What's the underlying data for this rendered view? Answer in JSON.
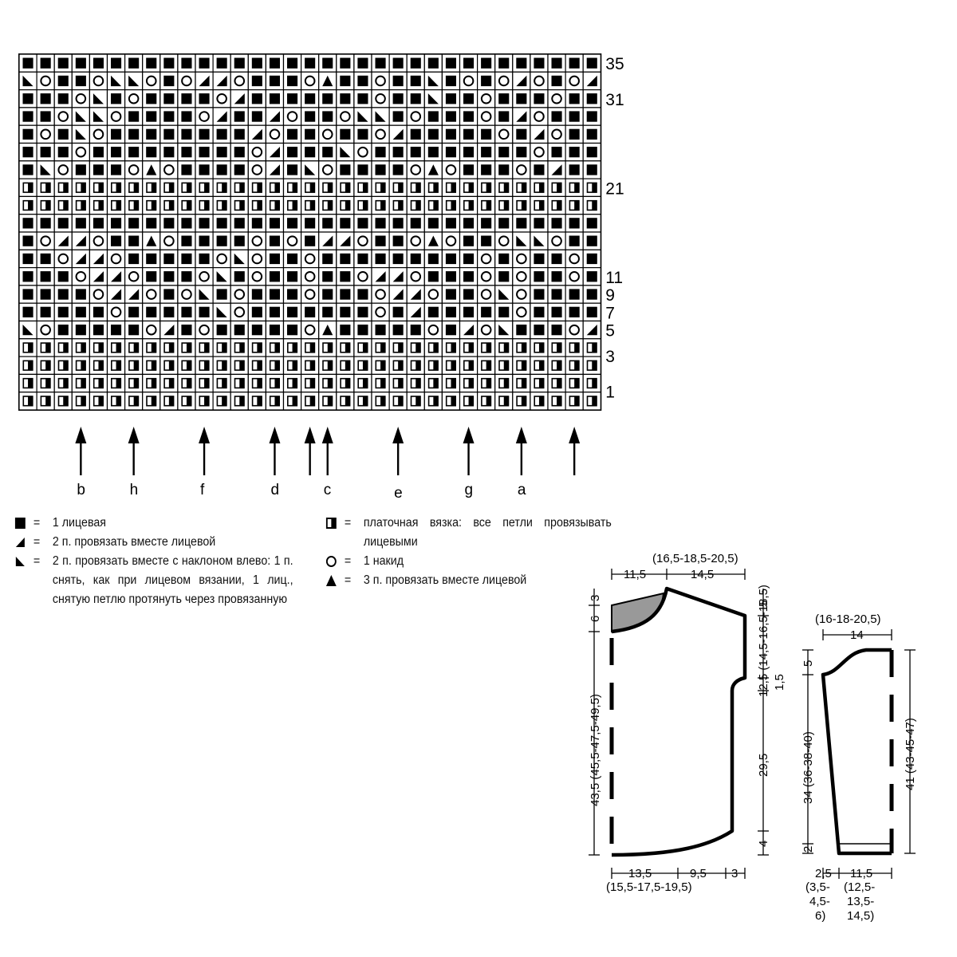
{
  "chart": {
    "row_labels": [
      "35",
      "31",
      "21",
      "11",
      "9",
      "7",
      "5",
      "3",
      "1"
    ],
    "arrows": [
      {
        "label": "b",
        "col": 4
      },
      {
        "label": "h",
        "col": 7
      },
      {
        "label": "f",
        "col": 11
      },
      {
        "label": "d",
        "col": 15
      },
      {
        "label": "",
        "col": 17
      },
      {
        "label": "c",
        "col": 18
      },
      {
        "label": "e",
        "col": 22
      },
      {
        "label": "g",
        "col": 26
      },
      {
        "label": "a",
        "col": 29
      },
      {
        "label": "",
        "col": 32
      }
    ]
  },
  "legend": {
    "eq": "=",
    "knit": "1 лицевая",
    "k2tog": "2 п. провязать вместе лицевой",
    "ssk": "2 п. провязать вместе с наклоном влево: 1 п. снять, как при лицевом вязании, 1 лиц., снятую петлю протянуть через провязанную",
    "garter": "платочная вязка: все петли провязывать лицевыми",
    "yo": "1 накид",
    "k3tog": "3 п. провязать вместе лицевой"
  },
  "front": {
    "top_total": "(16,5-18,5-20,5)",
    "top_left": "11,5",
    "top_right": "14,5",
    "left_3": "3",
    "left_6": "6",
    "left_total": "43,5 (45,5-47,5-49,5)",
    "right_5": "5",
    "right_armhole": "12,5 (14,5-16,5-18,5)",
    "right_15": "1,5",
    "right_295": "29,5",
    "right_4": "4",
    "bottom_left": "13,5",
    "bottom_mid": "9,5",
    "bottom_right": "3",
    "bottom_sizes": "(15,5-17,5-19,5)"
  },
  "sleeve": {
    "top_sizes": "(16-18-20,5)",
    "top": "14",
    "left_5": "5",
    "left_main": "34 (36-38-40)",
    "left_2": "2",
    "right_main": "41 (43-45-47)",
    "bottom_left": "2,5",
    "bottom_right": "11,5",
    "bottom_sizes_left": [
      "(3,5-",
      "4,5-",
      "6)"
    ],
    "bottom_sizes_right": [
      "(12,5-",
      "13,5-",
      "14,5)"
    ]
  }
}
